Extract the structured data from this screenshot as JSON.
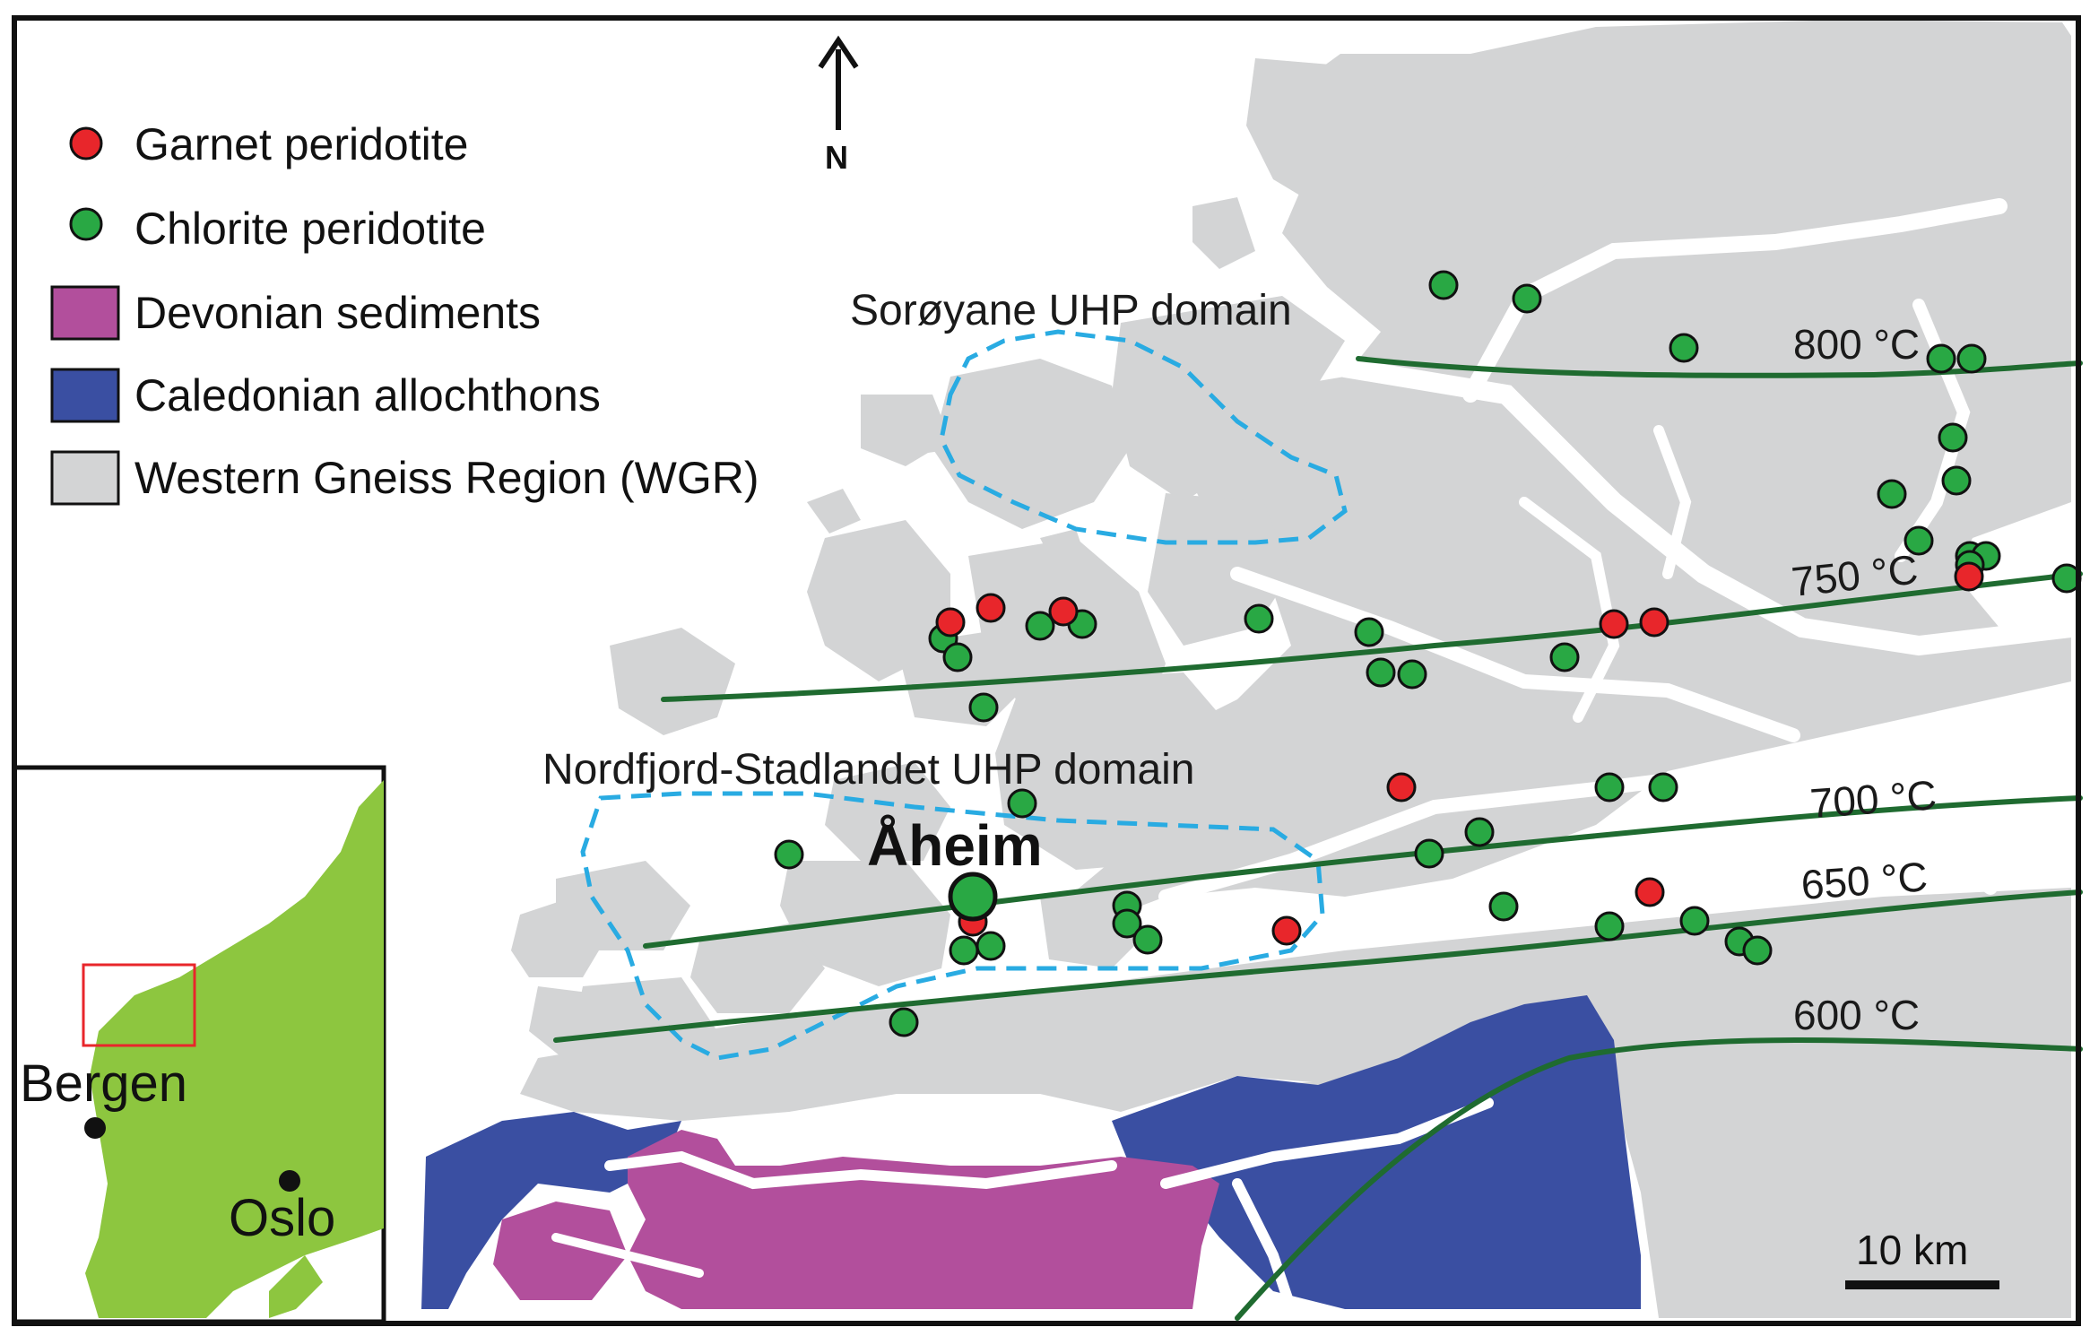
{
  "legend": {
    "items": [
      {
        "label": "Garnet peridotite",
        "swatch": "circle",
        "color": "#e8262b"
      },
      {
        "label": "Chlorite peridotite",
        "swatch": "circle",
        "color": "#29a844"
      },
      {
        "label": "Devonian sediments",
        "swatch": "box",
        "color": "#b24f9c"
      },
      {
        "label": "Caledonian allochthons",
        "swatch": "box",
        "color": "#3a4fa2"
      },
      {
        "label": "Western Gneiss Region (WGR)",
        "swatch": "box",
        "color": "#d3d4d5"
      }
    ]
  },
  "north_arrow": {
    "label": "N",
    "icon": "north-arrow-icon"
  },
  "domains": [
    {
      "label": "Sorøyane UHP domain"
    },
    {
      "label": "Nordfjord-Stadlandet UHP domain"
    }
  ],
  "isotherms": [
    {
      "label": "800 °C"
    },
    {
      "label": "750 °C"
    },
    {
      "label": "700 °C"
    },
    {
      "label": "650 °C"
    },
    {
      "label": "600 °C"
    }
  ],
  "locality": {
    "label": "Åheim"
  },
  "scale_bar": {
    "label": "10 km"
  },
  "inset": {
    "cities": [
      {
        "label": "Bergen"
      },
      {
        "label": "Oslo"
      }
    ]
  },
  "colors": {
    "land": "#d3d4d5",
    "devonian": "#b24f9c",
    "caledonian": "#3a4fa2",
    "isotherm": "#1f6b30",
    "uhp_outline": "#29abe2",
    "inset_land": "#8dc63f",
    "inset_box": "#e8262b"
  }
}
